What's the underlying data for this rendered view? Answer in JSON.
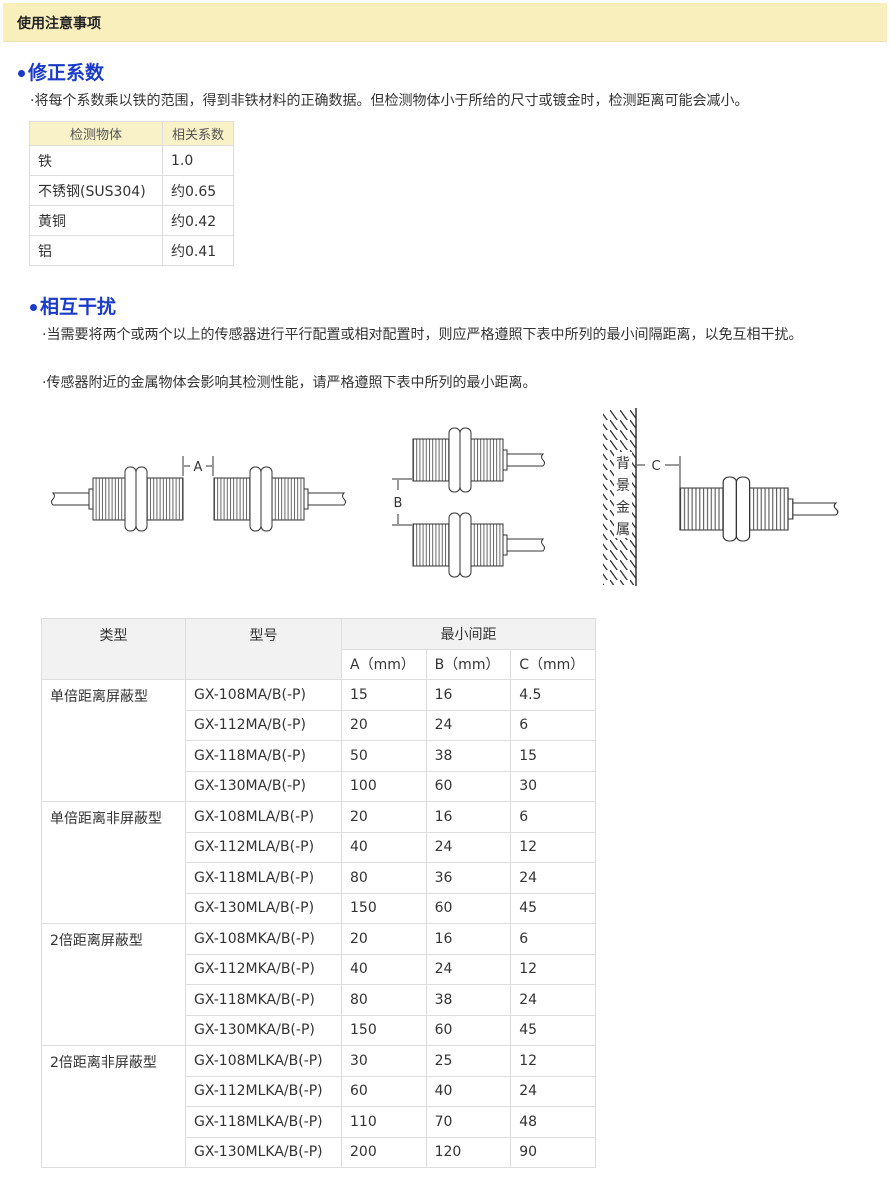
{
  "header": {
    "title": "使用注意事项"
  },
  "correction": {
    "title": "修正系数",
    "desc": "·将每个系数乘以铁的范围，得到非铁材料的正确数据。但检测物体小于所给的尺寸或镀金时，检测距离可能会减小。",
    "headers": [
      "检测物体",
      "相关系数"
    ],
    "rows": [
      [
        "铁",
        "1.0"
      ],
      [
        "不锈钢(SUS304)",
        "约0.65"
      ],
      [
        "黄铜",
        "约0.42"
      ],
      [
        "铝",
        "约0.41"
      ]
    ]
  },
  "interference": {
    "title": "相互干扰",
    "desc1": "·当需要将两个或两个以上的传感器进行平行配置或相对配置时，则应严格遵照下表中所列的最小间隔距离，以免互相干扰。",
    "desc2": "·传感器附近的金属物体会影响其检测性能，请严格遵照下表中所列的最小距离。",
    "diagram": {
      "a": "A",
      "b": "B",
      "c": "C",
      "wall": [
        "背",
        "景",
        "金",
        "属"
      ]
    },
    "table": {
      "headers": {
        "type": "类型",
        "model": "型号",
        "min": "最小间距",
        "a": "A（mm）",
        "b": "B（mm）",
        "c": "C（mm）"
      },
      "groups": [
        {
          "type": "单倍距离屏蔽型",
          "rows": [
            [
              "GX-108MA/B(-P)",
              "15",
              "16",
              "4.5"
            ],
            [
              "GX-112MA/B(-P)",
              "20",
              "24",
              "6"
            ],
            [
              "GX-118MA/B(-P)",
              "50",
              "38",
              "15"
            ],
            [
              "GX-130MA/B(-P)",
              "100",
              "60",
              "30"
            ]
          ]
        },
        {
          "type": "单倍距离非屏蔽型",
          "rows": [
            [
              "GX-108MLA/B(-P)",
              "20",
              "16",
              "6"
            ],
            [
              "GX-112MLA/B(-P)",
              "40",
              "24",
              "12"
            ],
            [
              "GX-118MLA/B(-P)",
              "80",
              "36",
              "24"
            ],
            [
              "GX-130MLA/B(-P)",
              "150",
              "60",
              "45"
            ]
          ]
        },
        {
          "type": "2倍距离屏蔽型",
          "rows": [
            [
              "GX-108MKA/B(-P)",
              "20",
              "16",
              "6"
            ],
            [
              "GX-112MKA/B(-P)",
              "40",
              "24",
              "12"
            ],
            [
              "GX-118MKA/B(-P)",
              "80",
              "38",
              "24"
            ],
            [
              "GX-130MKA/B(-P)",
              "150",
              "60",
              "45"
            ]
          ]
        },
        {
          "type": "2倍距离非屏蔽型",
          "rows": [
            [
              "GX-108MLKA/B(-P)",
              "30",
              "25",
              "12"
            ],
            [
              "GX-112MLKA/B(-P)",
              "60",
              "40",
              "24"
            ],
            [
              "GX-118MLKA/B(-P)",
              "110",
              "70",
              "48"
            ],
            [
              "GX-130MLKA/B(-P)",
              "200",
              "120",
              "90"
            ]
          ]
        }
      ]
    }
  }
}
